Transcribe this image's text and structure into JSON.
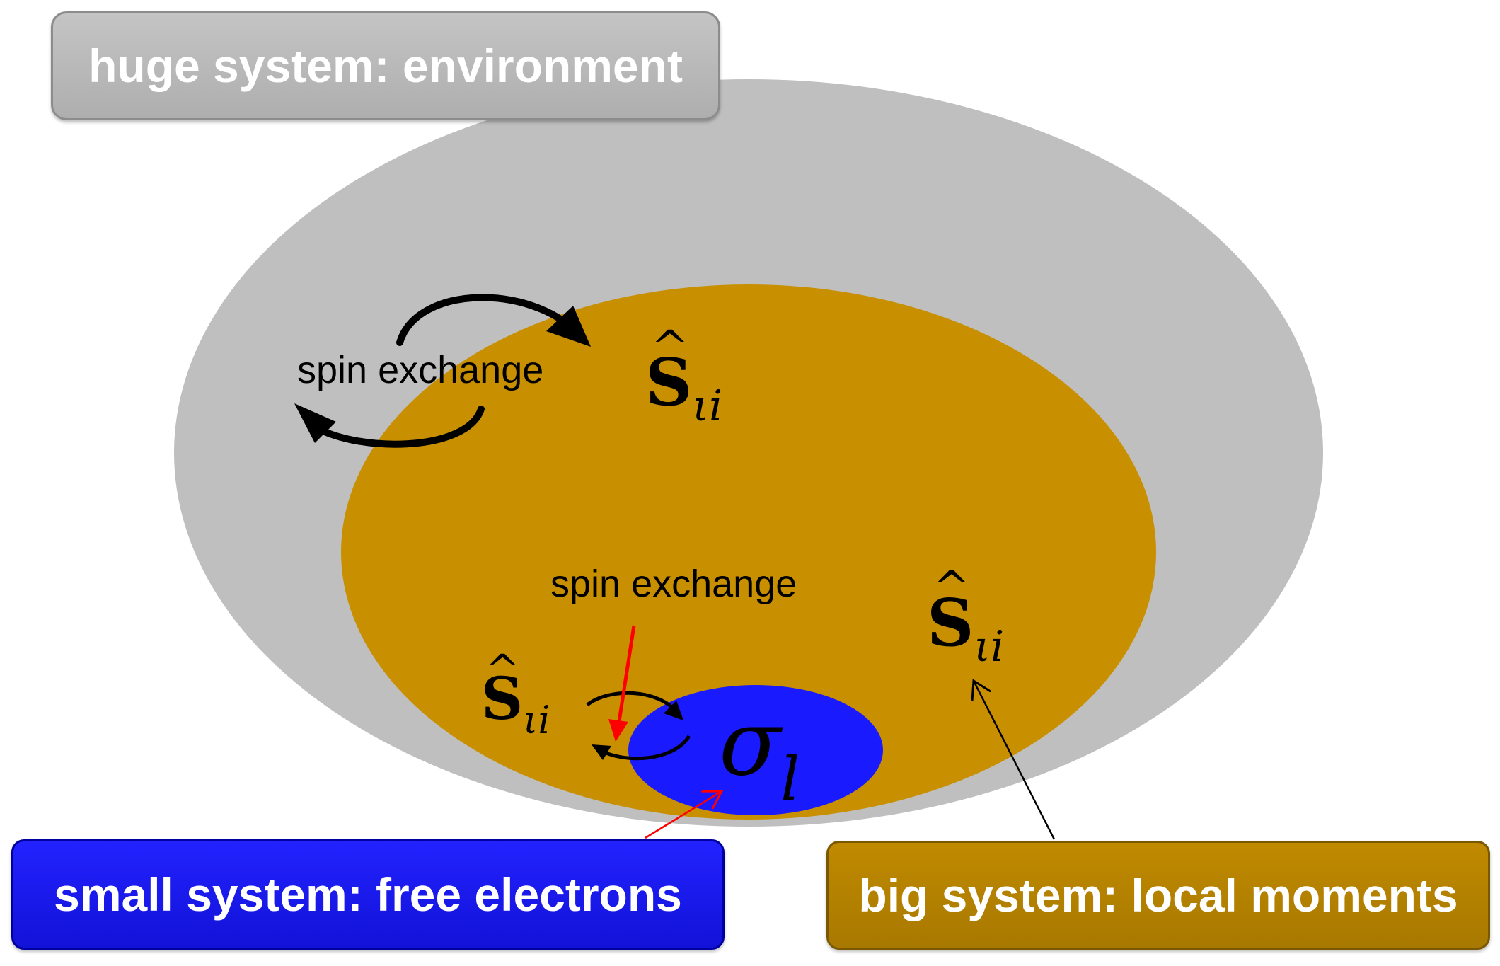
{
  "labels": {
    "environment": "huge system: environment",
    "free_electrons": "small system: free electrons",
    "local_moments": "big system: local moments",
    "spin_exchange_top": "spin exchange",
    "spin_exchange_middle": "spin exchange"
  },
  "symbols": {
    "spin_operator_base": "S",
    "spin_operator_subscript": "ιi",
    "electron_spin_base": "σ",
    "electron_spin_subscript": "l"
  },
  "colors": {
    "environment": "#bfbfbf",
    "local_moments": "#c88f00",
    "free_electrons": "#1a1aff",
    "highlight_arrow": "#ff0000",
    "pointer_arrow": "#000000"
  }
}
